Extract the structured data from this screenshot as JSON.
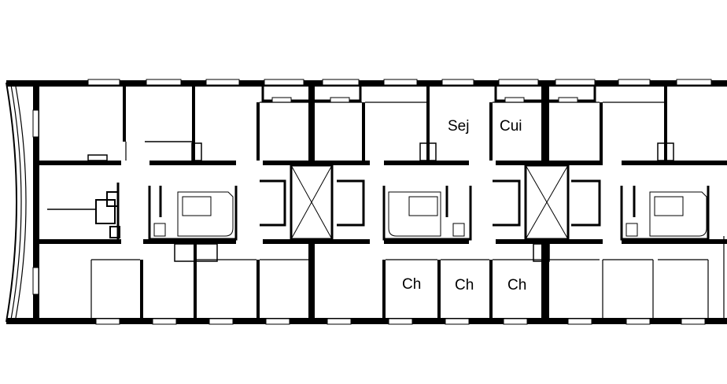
{
  "plan": {
    "labels": {
      "sej": "Sej",
      "cui": "Cui",
      "ch_1": "Ch",
      "ch_2": "Ch",
      "ch_3": "Ch"
    },
    "colors": {
      "wall": "#000000",
      "window": "#ffffff",
      "background": "#ffffff",
      "line": "#555555"
    }
  }
}
